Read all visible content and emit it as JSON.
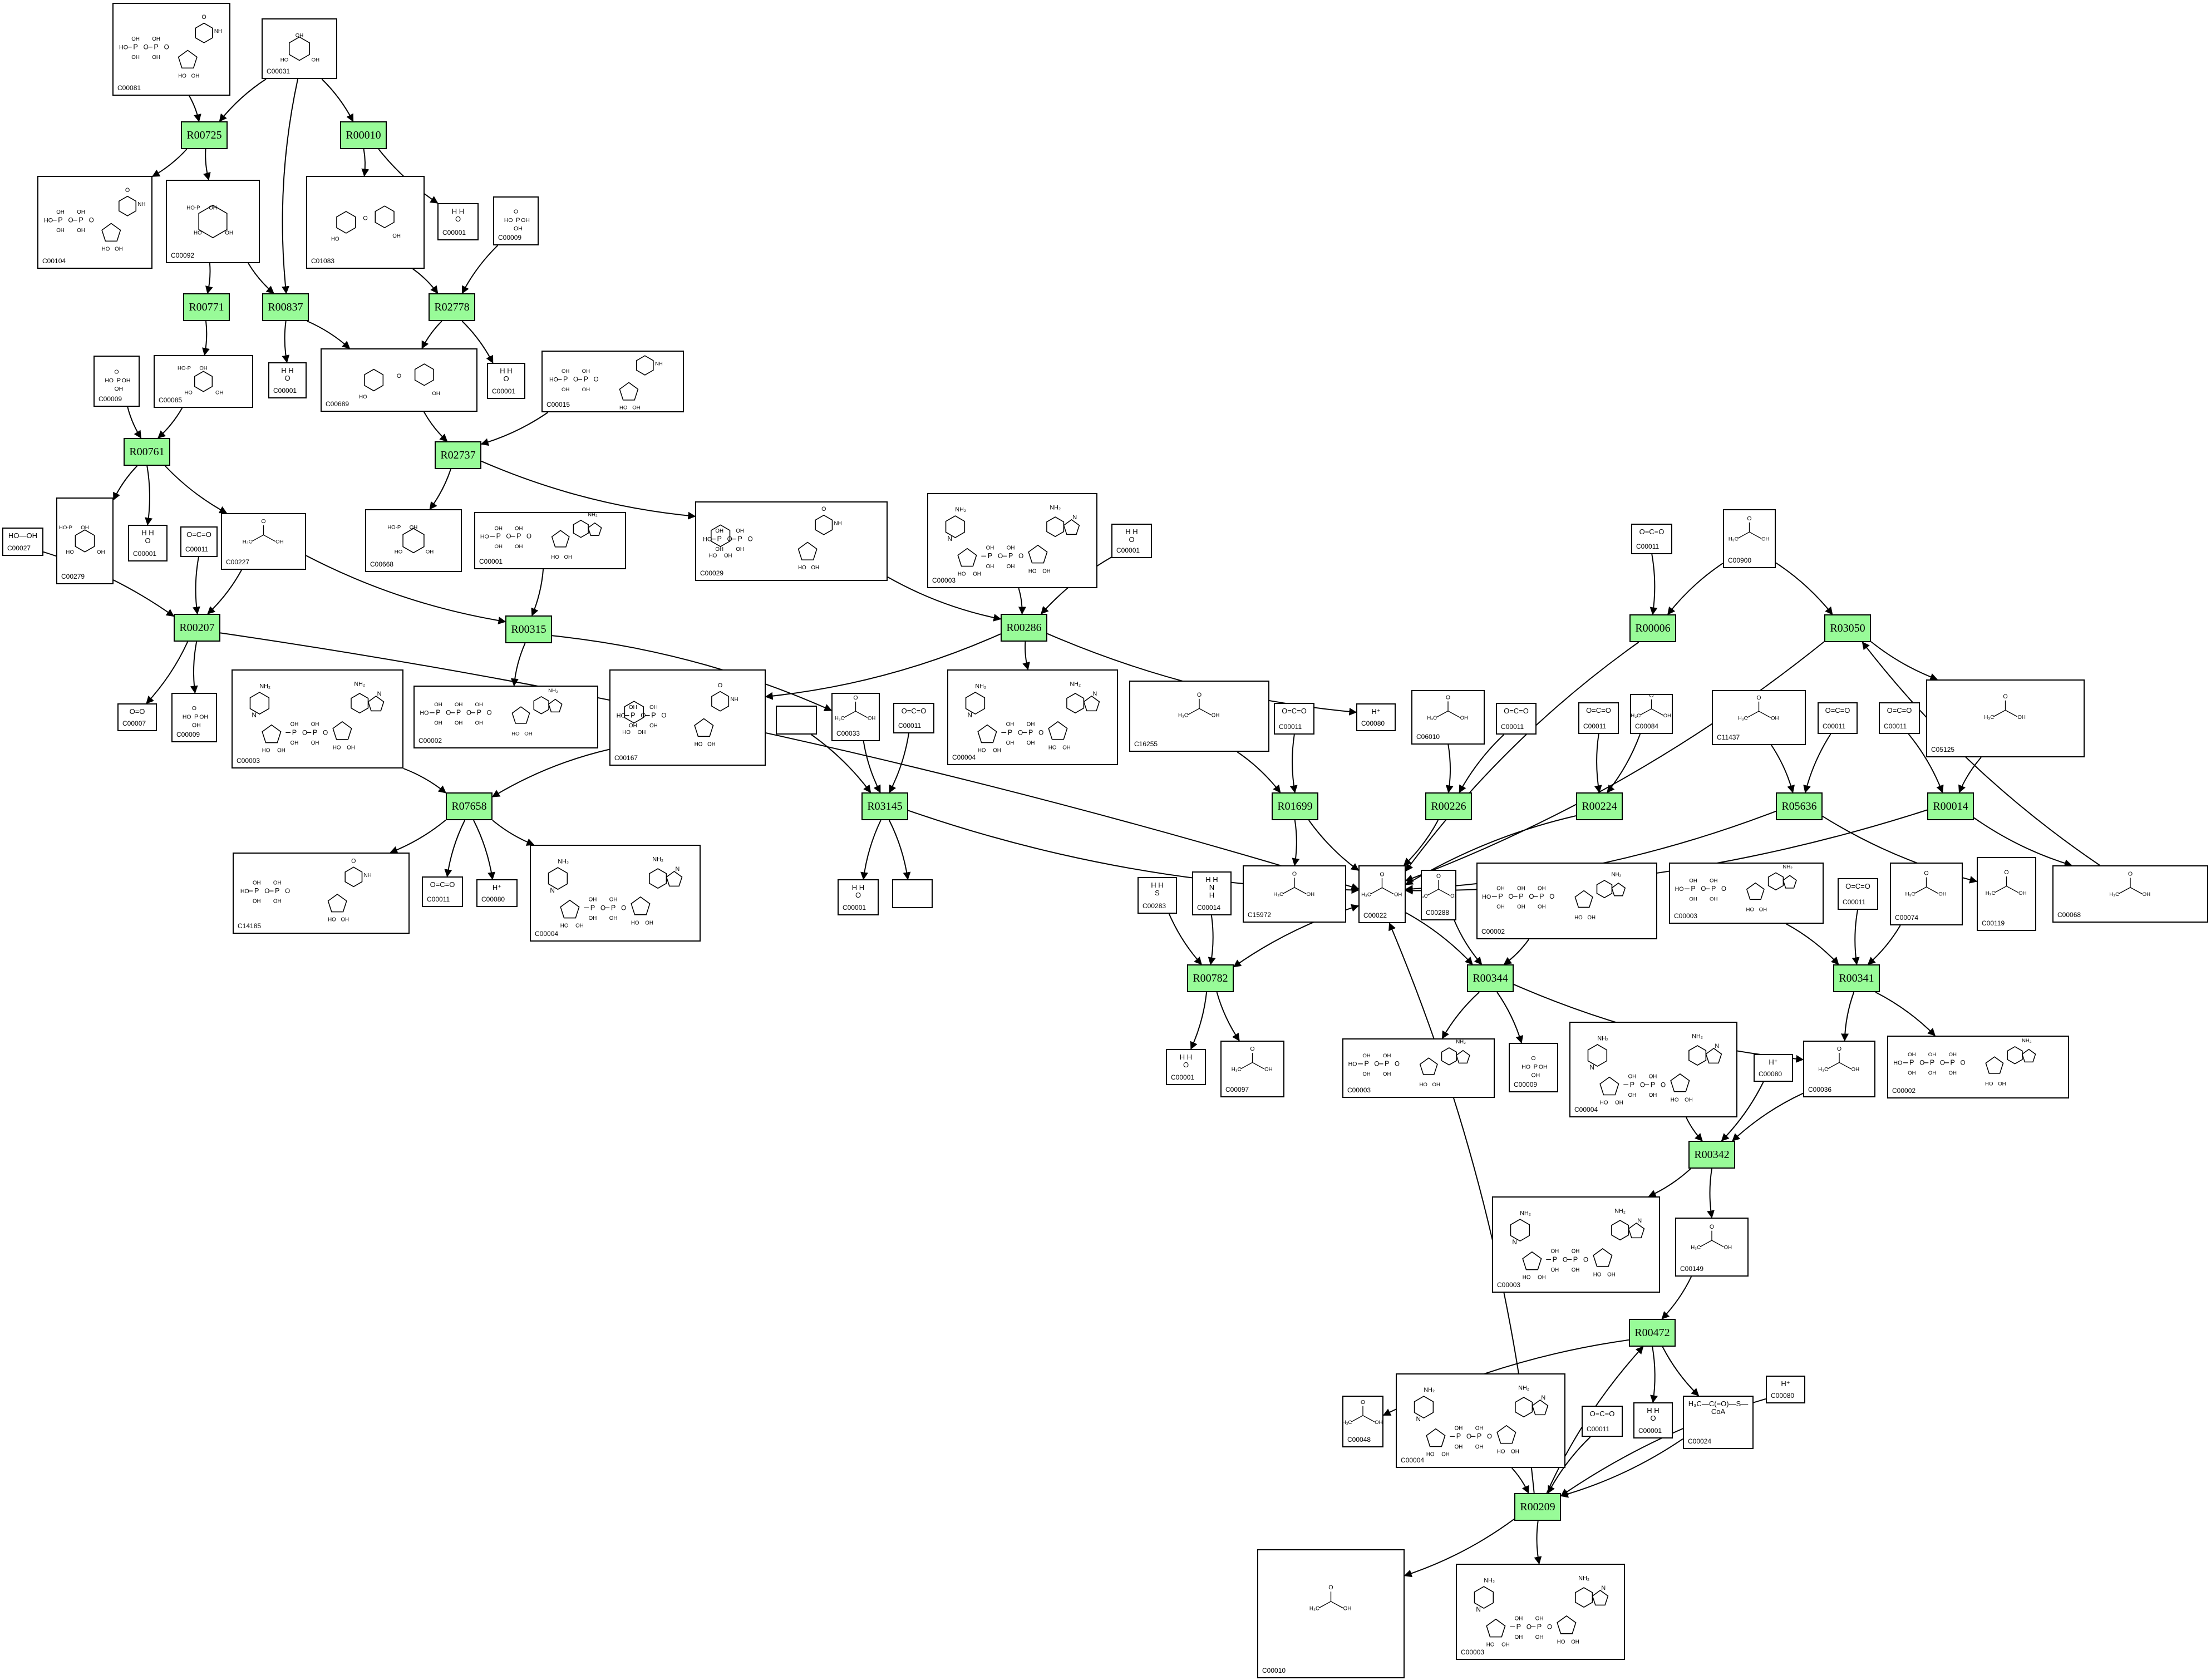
{
  "colors": {
    "reaction_fill": "#98fb98",
    "stroke": "#000000",
    "background": "#ffffff"
  },
  "reactions": [
    "R00725",
    "R00010",
    "R00771",
    "R00837",
    "R02778",
    "R00761",
    "R02737",
    "R00207",
    "R00315",
    "R00286",
    "R07658",
    "R03145",
    "R01699",
    "R00226",
    "R00224",
    "R05636",
    "R00014",
    "R00006",
    "R03050",
    "R00782",
    "R00344",
    "R00341",
    "R00342",
    "R00472",
    "R00209"
  ],
  "compounds": {
    "c00081": {
      "id": "C00081"
    },
    "c00031": {
      "id": "C00031"
    },
    "c00104": {
      "id": "C00104"
    },
    "c00092": {
      "id": "C00092"
    },
    "c01083": {
      "id": "C01083"
    },
    "c00001_a": {
      "id": "C00001",
      "formula": "H  H\nO"
    },
    "c00009_a": {
      "id": "C00009"
    },
    "c00001_b": {
      "id": "C00001",
      "formula": "H  H\nO"
    },
    "c00689": {
      "id": "C00689"
    },
    "c00001_c": {
      "id": "C00001",
      "formula": "H  H\nO"
    },
    "c00009_b": {
      "id": "C00009"
    },
    "c00085": {
      "id": "C00085"
    },
    "c00015": {
      "id": "C00015"
    },
    "c00027": {
      "id": "C00027",
      "formula": "HO—OH"
    },
    "c00279": {
      "id": "C00279"
    },
    "c00001_d": {
      "id": "C00001",
      "formula": "H  H\nO"
    },
    "c00011_a": {
      "id": "C00011",
      "formula": "O=C=O"
    },
    "c00227": {
      "id": "C00227"
    },
    "c00668": {
      "id": "C00668"
    },
    "c00001_e": {
      "id": "C00001"
    },
    "c00029": {
      "id": "C00029"
    },
    "c00003_a": {
      "id": "C00003"
    },
    "c00001_f": {
      "id": "C00001",
      "formula": "H  H\nO"
    },
    "c00007": {
      "id": "C00007",
      "formula": "O=O"
    },
    "c00009_c": {
      "id": "C00009"
    },
    "c00003_b": {
      "id": "C00003"
    },
    "c00002_a": {
      "id": "C00002"
    },
    "c00167": {
      "id": "C00167"
    },
    "c00004_a": {
      "id": "C00004"
    },
    "c00033": {
      "id": "C00033"
    },
    "c00011_b": {
      "id": "C00011",
      "formula": "O=C=O"
    },
    "c00080_a": {
      "id": "C00080",
      "formula": "H⁺"
    },
    "c14185": {
      "id": "C14185"
    },
    "c00011_c": {
      "id": "C00011",
      "formula": "O=C=O"
    },
    "c00080_b": {
      "id": "C00080",
      "formula": "H⁺"
    },
    "c00004_b": {
      "id": "C00004"
    },
    "c00001_g": {
      "id": "C00001",
      "formula": "H  H\nO"
    },
    "c00011_d": {
      "id": "C00011",
      "formula": "O=C=O"
    },
    "c16255": {
      "id": "C16255"
    },
    "c15972": {
      "id": "C15972"
    },
    "c00022": {
      "id": "C00022"
    },
    "c06010": {
      "id": "C06010"
    },
    "c00011_e": {
      "id": "C00011",
      "formula": "O=C=O"
    },
    "c00011_f": {
      "id": "C00011",
      "formula": "O=C=O"
    },
    "c00084": {
      "id": "C00084"
    },
    "c00011_g": {
      "id": "C00011",
      "formula": "O=C=O"
    },
    "c00900": {
      "id": "C00900"
    },
    "c11437": {
      "id": "C11437"
    },
    "c00011_h": {
      "id": "C00011",
      "formula": "O=C=O"
    },
    "c00011_i": {
      "id": "C00011",
      "formula": "O=C=O"
    },
    "c05125": {
      "id": "C05125"
    },
    "c00283": {
      "id": "C00283",
      "formula": "H  H\nS"
    },
    "c00014": {
      "id": "C00014",
      "formula": "H  H\nN\nH"
    },
    "c00288": {
      "id": "C00288"
    },
    "c00002_b": {
      "id": "C00002"
    },
    "c00003_c": {
      "id": "C00003"
    },
    "c00011_j": {
      "id": "C00011",
      "formula": "O=C=O"
    },
    "c00074": {
      "id": "C00074"
    },
    "c00119": {
      "id": "C00119"
    },
    "c00068": {
      "id": "C00068"
    },
    "c00001_h": {
      "id": "C00001",
      "formula": "H  H\nO"
    },
    "c00097": {
      "id": "C00097"
    },
    "c00003_d": {
      "id": "C00003"
    },
    "c00009_d": {
      "id": "C00009"
    },
    "c00004_c": {
      "id": "C00004"
    },
    "c00080_c": {
      "id": "C00080",
      "formula": "H⁺"
    },
    "c00036": {
      "id": "C00036"
    },
    "c00002_c": {
      "id": "C00002"
    },
    "c00003_e": {
      "id": "C00003"
    },
    "c00149": {
      "id": "C00149"
    },
    "c00048": {
      "id": "C00048"
    },
    "c00004_d": {
      "id": "C00004"
    },
    "c00011_k": {
      "id": "C00011",
      "formula": "O=C=O"
    },
    "c00001_i": {
      "id": "C00001",
      "formula": "H  H\nO"
    },
    "c00024": {
      "id": "C00024",
      "formula": "H₃C—C(=O)—S—CoA"
    },
    "c00080_d": {
      "id": "C00080",
      "formula": "H⁺"
    },
    "c00010": {
      "id": "C00010"
    },
    "c00003_f": {
      "id": "C00003"
    },
    "blank_a": {
      "id": ""
    },
    "blank_b": {
      "id": ""
    }
  }
}
